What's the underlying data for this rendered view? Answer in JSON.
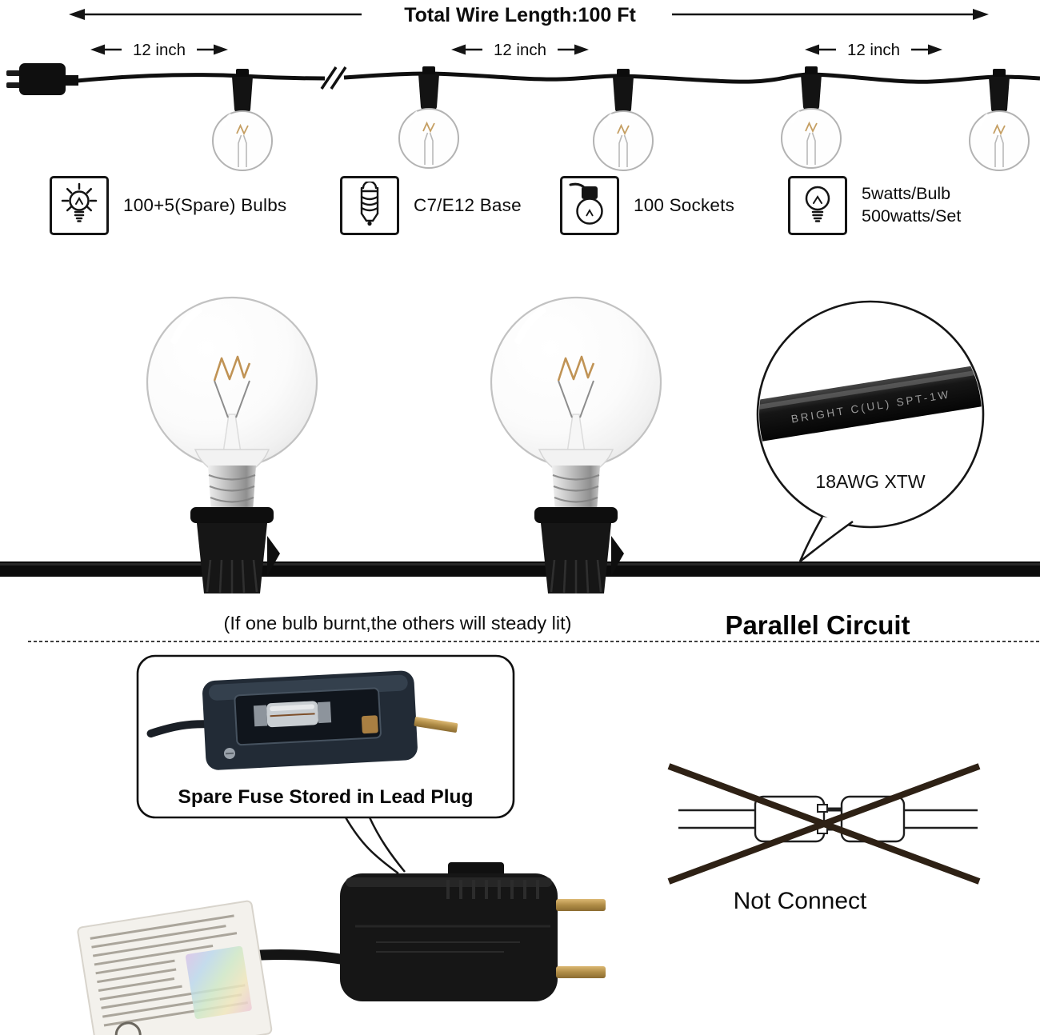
{
  "top": {
    "title": "Total Wire Length:100 Ft",
    "spacing_labels": [
      "12 inch",
      "12 inch",
      "12 inch"
    ]
  },
  "features": [
    {
      "icon": "glowing-bulb-icon",
      "label": "100+5(Spare) Bulbs"
    },
    {
      "icon": "bulb-base-icon",
      "label": "C7/E12 Base"
    },
    {
      "icon": "socket-icon",
      "label": "100 Sockets"
    },
    {
      "icon": "bulb-watt-icon",
      "line1": "5watts/Bulb",
      "line2": "500watts/Set"
    }
  ],
  "middle": {
    "cable_print": "BRIGHT  C(UL)  SPT-1W",
    "wire_spec": "18AWG XTW",
    "note": "(If one bulb burnt,the others will steady lit)",
    "circuit_label": "Parallel Circuit"
  },
  "bottom": {
    "fuse_caption": "Spare Fuse Stored in Lead Plug",
    "not_connect_label": "Not Connect"
  },
  "colors": {
    "wire_black": "#0d0d0d",
    "brass": "#b08d47",
    "cross_brown": "#2e2115",
    "metal_silver": "#b9b9b9"
  }
}
